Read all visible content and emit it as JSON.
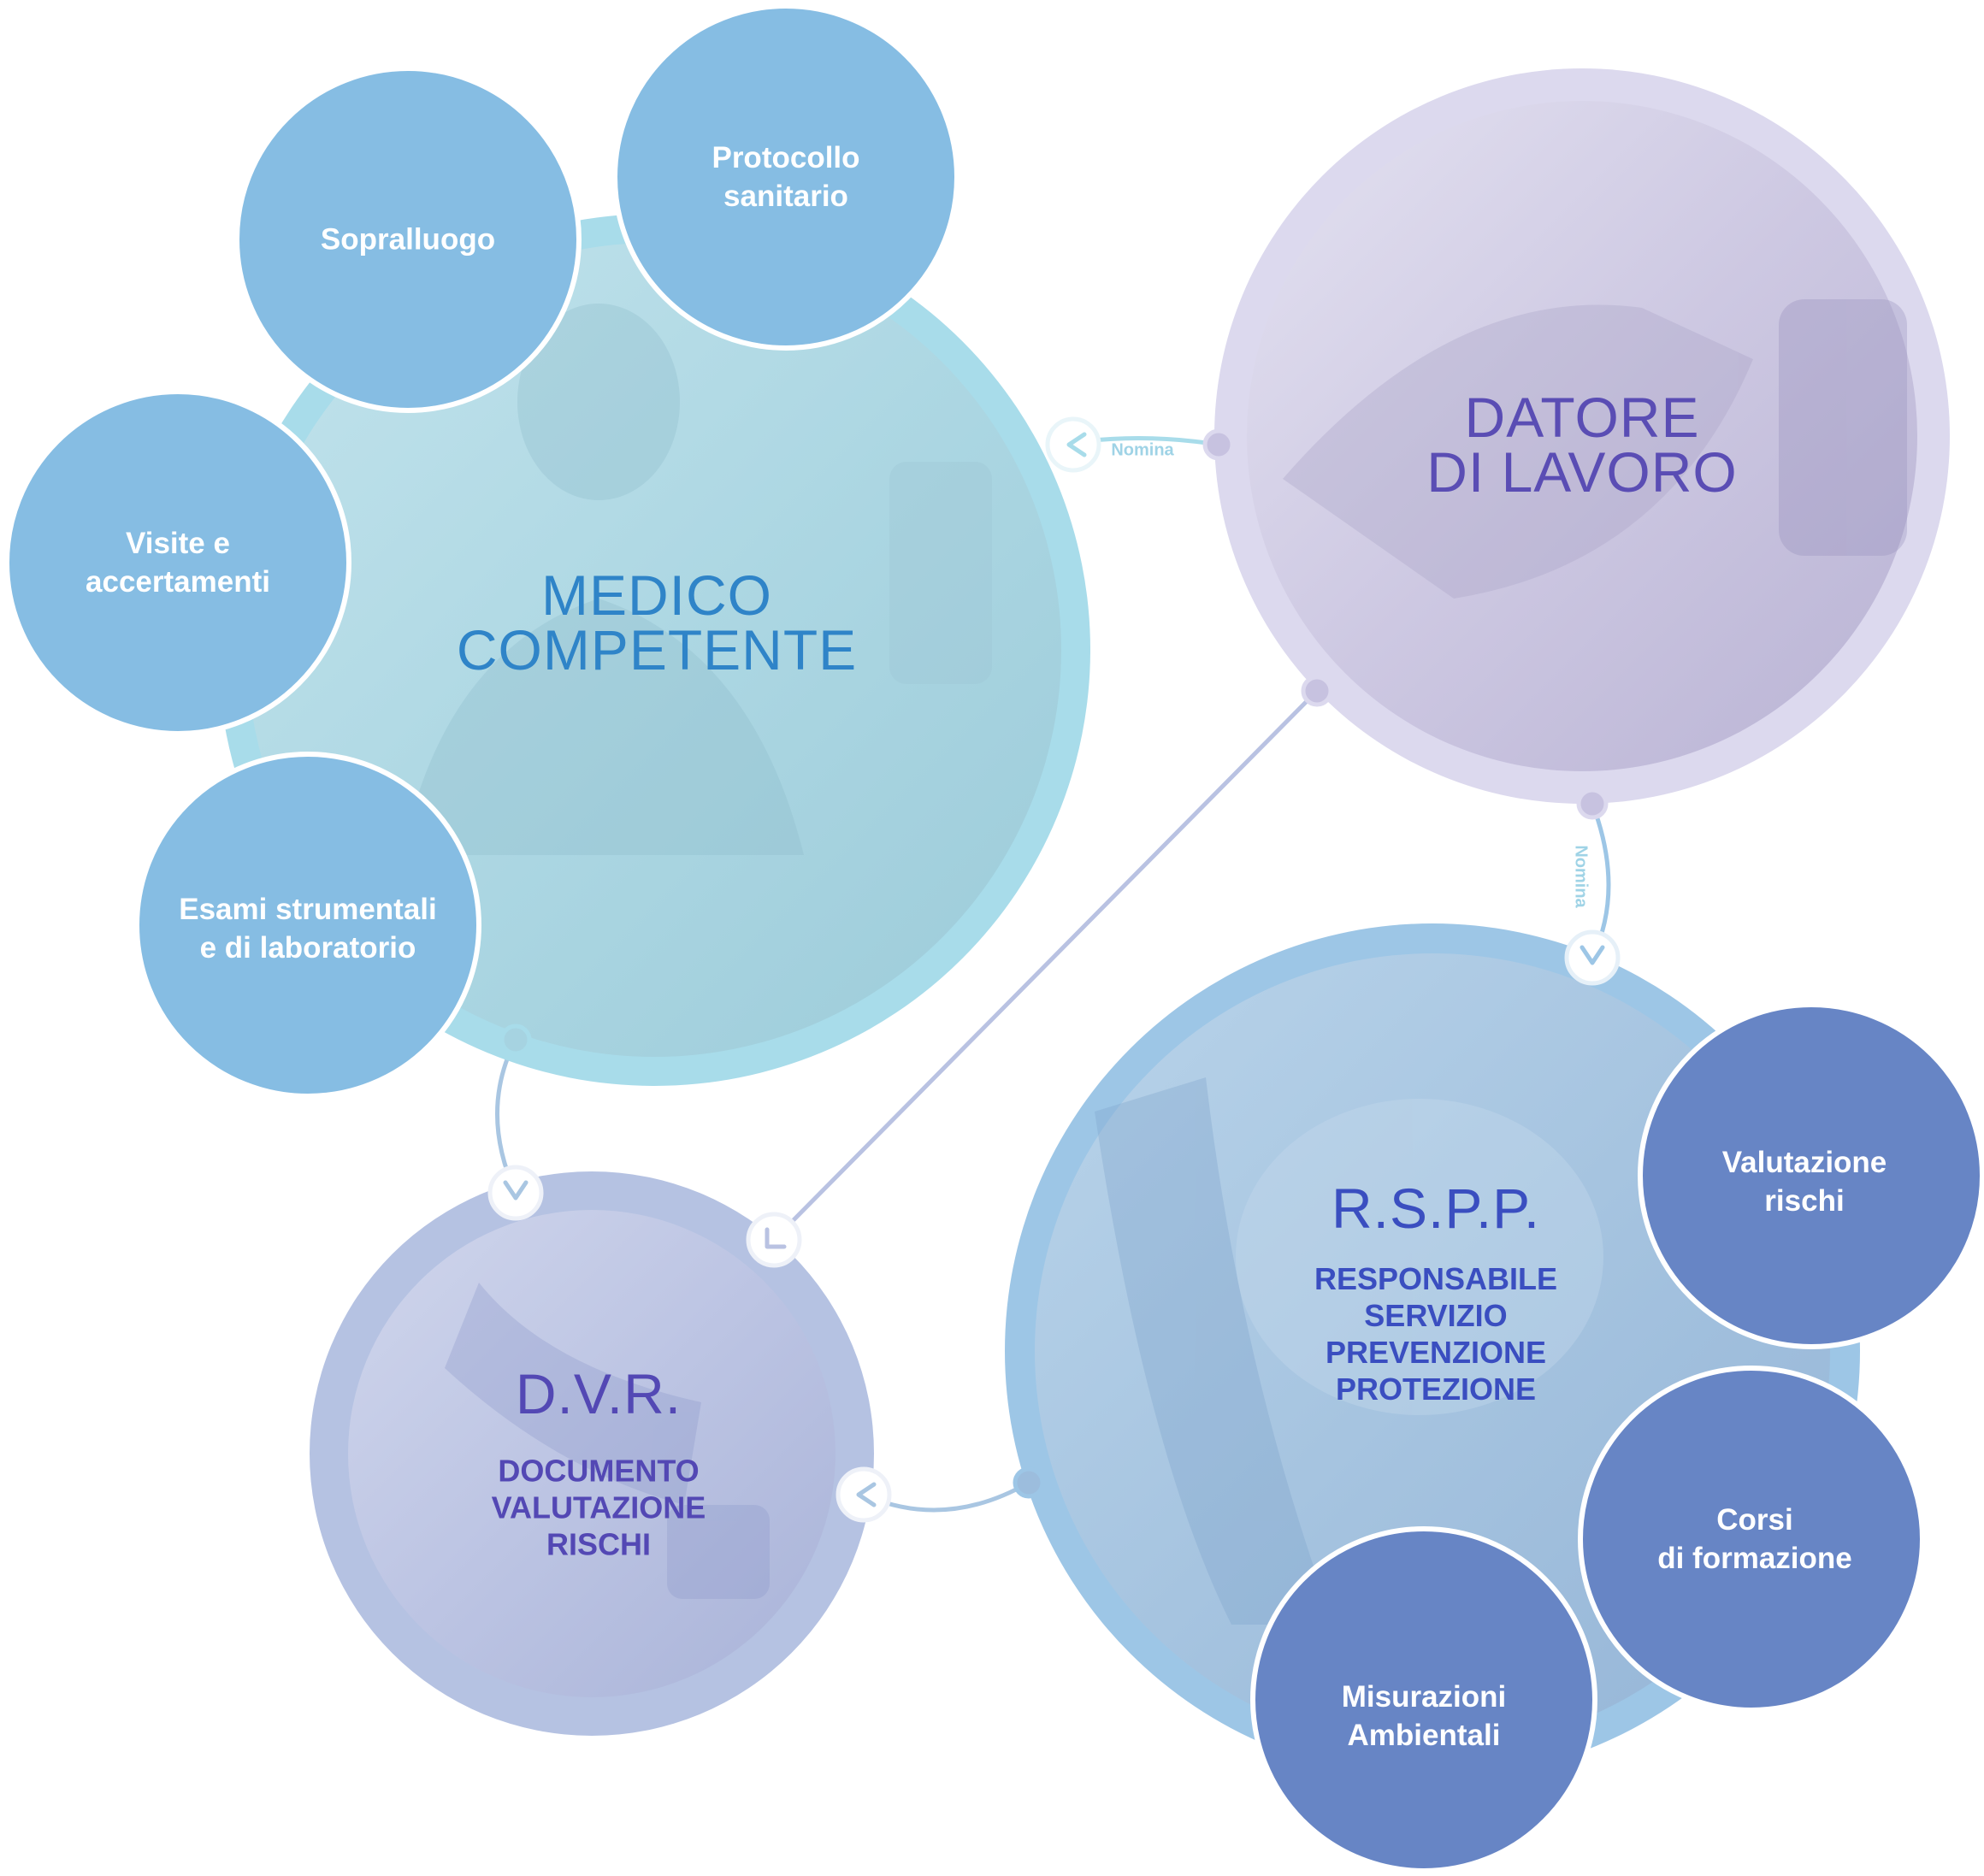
{
  "colors": {
    "medico_ring": "#a8dcea",
    "medico_fill": "#aed9e4",
    "medico_text": "#2f84c8",
    "datore_ring": "#dcd9ee",
    "datore_fill": "#cdc8e3",
    "datore_text": "#5a4db4",
    "rspp_ring": "#9dc6e6",
    "rspp_fill": "#a9c6e2",
    "rspp_text": "#3a4ec0",
    "dvr_ring": "#b5c2e2",
    "dvr_fill": "#c2c9e6",
    "dvr_text": "#5348b4",
    "bubble_light": "#86bde3",
    "bubble_dark": "#6785c5",
    "nomina_text": "#9fd3e6",
    "connector": "#b9c2e2"
  },
  "nodes": {
    "medico": {
      "title": "MEDICO\nCOMPETENTE"
    },
    "datore": {
      "title": "DATORE\nDI LAVORO"
    },
    "rspp": {
      "title": "R.S.P.P.",
      "subtitle": "RESPONSABILE\nSERVIZIO\nPREVENZIONE\nPROTEZIONE"
    },
    "dvr": {
      "title": "D.V.R.",
      "subtitle": "DOCUMENTO\nVALUTAZIONE\nRISCHI"
    }
  },
  "medico_bubbles": {
    "sopralluogo": "Sopralluogo",
    "protocollo": "Protocollo\nsanitario",
    "visite": "Visite e\naccertamenti",
    "esami": "Esami strumentali\ne di laboratorio"
  },
  "rspp_bubbles": {
    "valutazione": "Valutazione\nrischi",
    "corsi": "Corsi\ndi formazione",
    "misurazioni": "Misurazioni\nAmbientali"
  },
  "connectors": {
    "datore_to_medico": "Nomina",
    "datore_to_rspp": "Nomina"
  }
}
